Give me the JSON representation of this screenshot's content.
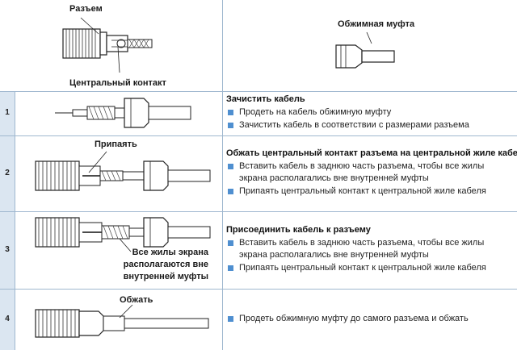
{
  "header": {
    "connector_label": "Разъем",
    "contact_label": "Центральный контакт",
    "crimp_label": "Обжимная муфта"
  },
  "steps": [
    {
      "num": "1",
      "title": "Зачистить кабель",
      "figure_label": "",
      "bullets": [
        "Продеть на кабель обжимную муфту",
        "Зачистить кабель в соответствии с размерами разъема"
      ]
    },
    {
      "num": "2",
      "title": "Обжать центральный контакт разъема на  центральной жиле кабеля",
      "figure_label": "Припаять",
      "bullets": [
        "Вставить кабель в заднюю часть разъема,  чтобы все жилы экрана располагались вне внутренней муфты",
        "Припаять центральный контакт к центральной жиле кабеля"
      ]
    },
    {
      "num": "3",
      "title": "Присоединить кабель к разъему",
      "figure_label": "Все жилы экрана располагаются вне внутренней муфты",
      "bullets": [
        "Вставить кабель в заднюю часть разъема,  чтобы все жилы экрана располагались вне внутренней муфты",
        "Припаять центральный контакт к центральной жиле кабеля"
      ]
    },
    {
      "num": "4",
      "title": "",
      "figure_label": "Обжать",
      "bullets": [
        "Продеть обжимную муфту до самого разъема и обжать"
      ]
    }
  ],
  "colors": {
    "grid": "#9fb7cf",
    "number_column": "#dbe6f1",
    "bullet": "#4f8fd0"
  }
}
